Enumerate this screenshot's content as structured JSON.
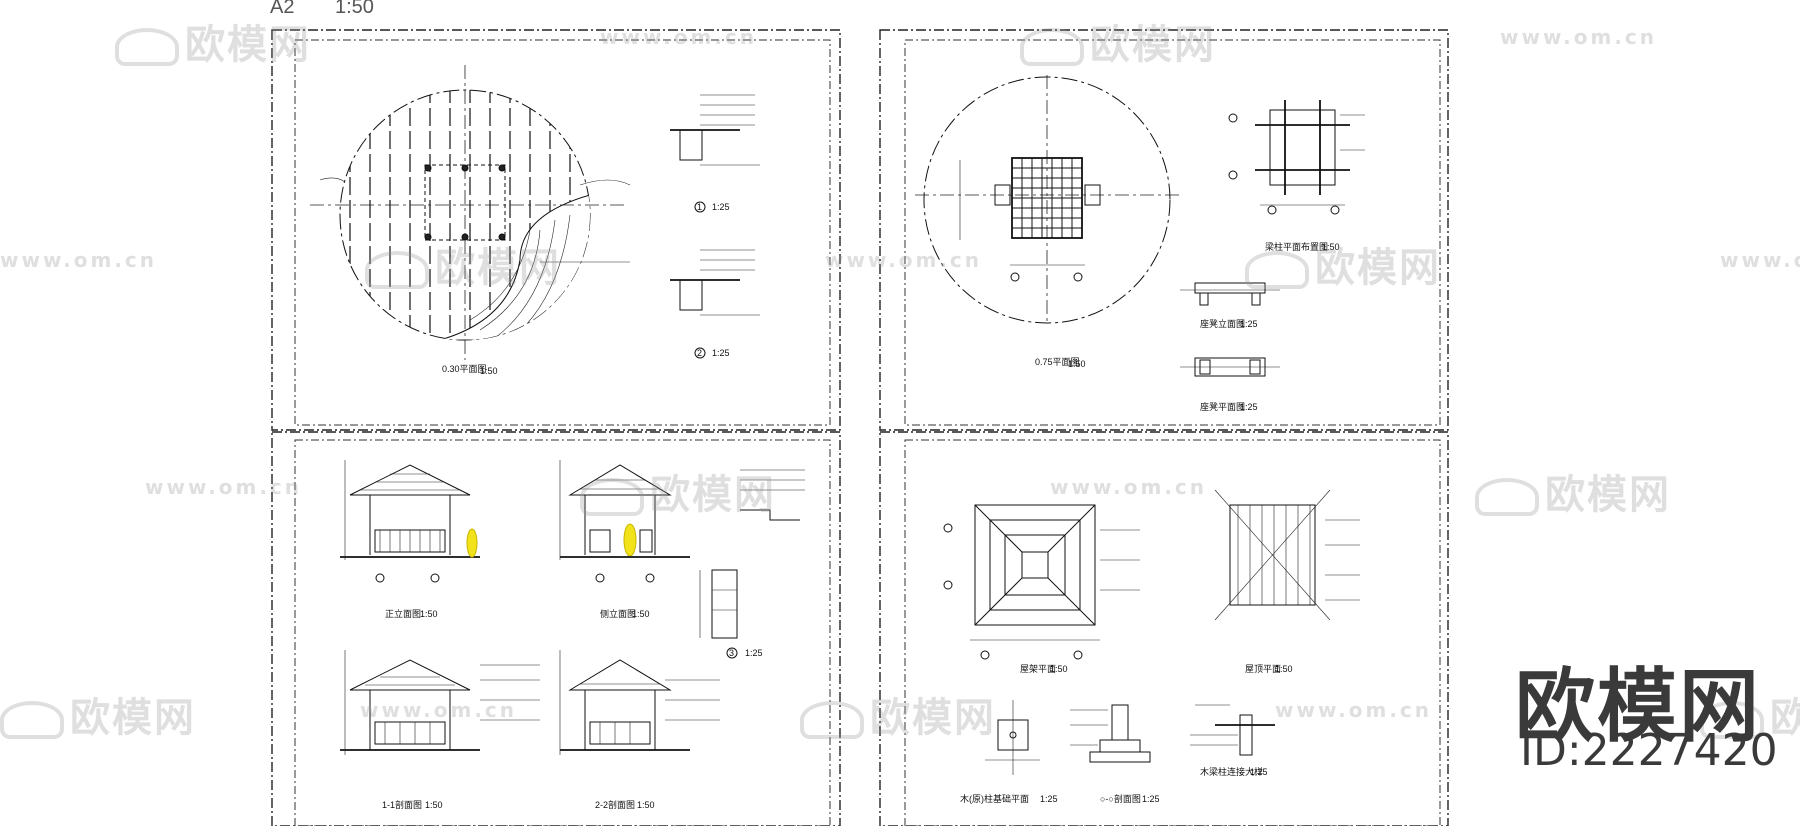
{
  "sheet": {
    "size": "A2",
    "scale": "1:50"
  },
  "panels": {
    "site_plan": {
      "title": "0.30平面图",
      "scale": "1:50"
    },
    "roof_plan": {
      "title": "0.75平面图",
      "scale": "1:50"
    },
    "elevations": {
      "front": {
        "title": "正立面图",
        "scale": "1:50"
      },
      "side": {
        "title": "侧立面图",
        "scale": "1:50"
      },
      "section_1": {
        "title": "1-1剖面图",
        "scale": "1:50"
      },
      "section_2": {
        "title": "2-2剖面图",
        "scale": "1:50"
      }
    },
    "details": {
      "detail_1": {
        "number": "1",
        "scale": "1:25"
      },
      "detail_2": {
        "number": "2",
        "scale": "1:25"
      },
      "detail_3": {
        "number": "3",
        "scale": "1:25"
      },
      "beam_plan": {
        "title": "梁柱平面布置图",
        "scale": "1:50"
      },
      "bench_front": {
        "title": "座凳立面图",
        "scale": "1:25"
      },
      "bench_plan": {
        "title": "座凳平面图",
        "scale": "1:25"
      },
      "roof_framing": {
        "title": "屋架平面",
        "scale": "1:50"
      },
      "roof_top": {
        "title": "屋顶平面",
        "scale": "1:50"
      },
      "column_base": {
        "title": "木(原)柱基础平面",
        "scale": "1:25"
      },
      "section_a": {
        "title": "○-○剖面图",
        "scale": "1:25"
      },
      "wood_joint": {
        "title": "木梁柱连接大样",
        "scale": "1:25"
      }
    }
  },
  "watermark": {
    "brand": "欧模网",
    "url": "www.om.cn"
  },
  "branding": {
    "logo_text": "欧模网",
    "asset_id": "ID:2227420"
  }
}
